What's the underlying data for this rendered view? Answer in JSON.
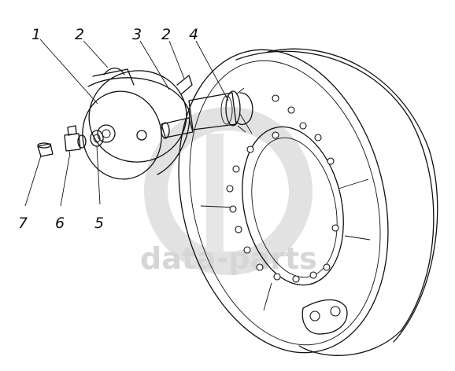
{
  "diagram": {
    "callouts": [
      {
        "id": "1",
        "label": "1"
      },
      {
        "id": "2a",
        "label": "2"
      },
      {
        "id": "3",
        "label": "3"
      },
      {
        "id": "2b",
        "label": "2"
      },
      {
        "id": "4",
        "label": "4"
      },
      {
        "id": "5",
        "label": "5"
      },
      {
        "id": "6",
        "label": "6"
      },
      {
        "id": "7",
        "label": "7"
      }
    ],
    "watermark": {
      "text": "data-parts",
      "color": "#d6d6d6"
    },
    "line_color": "#111111"
  }
}
